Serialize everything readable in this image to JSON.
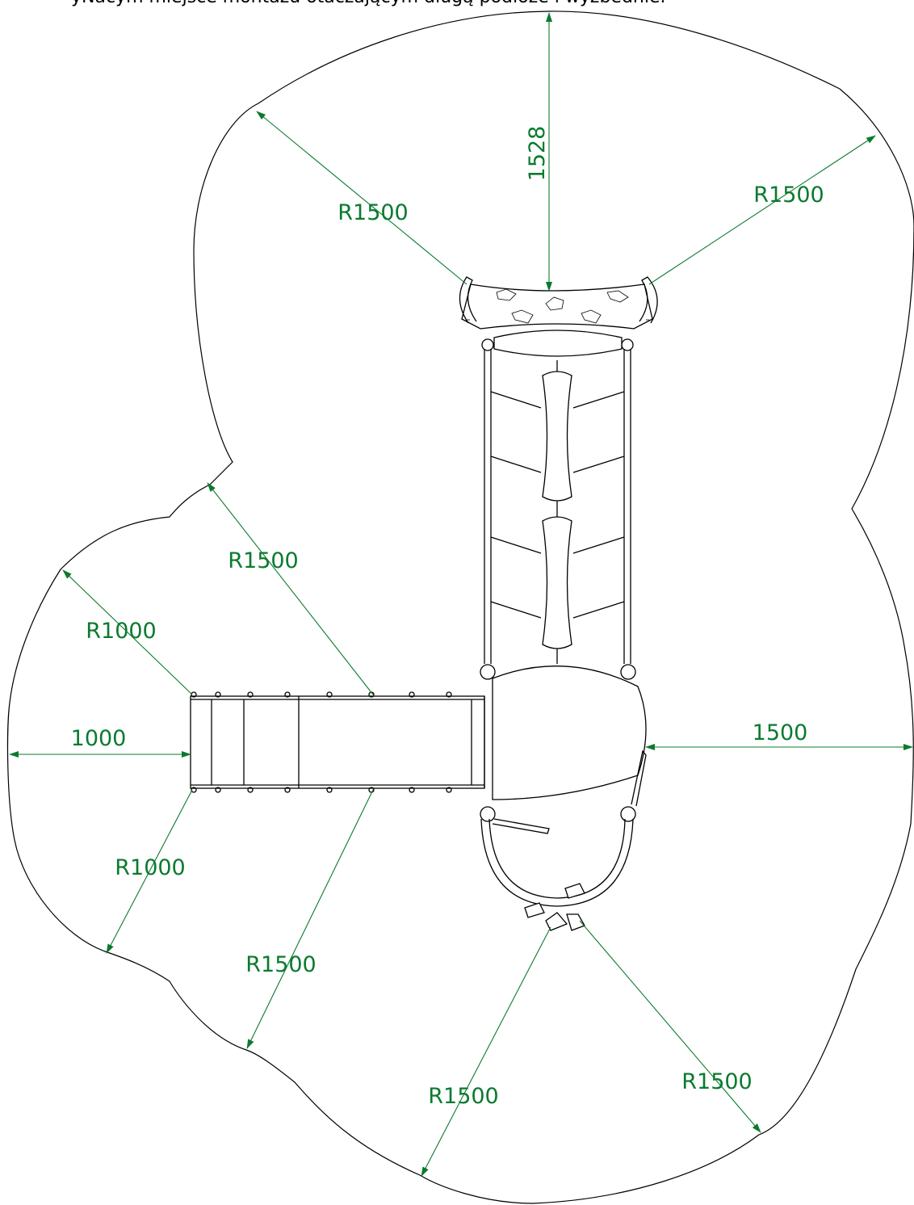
{
  "caption": "yNacym miejsce montażu otaczającym długą podłoże i wyzbednie.",
  "colors": {
    "dimension": "#0b7a2f",
    "outline": "#000000",
    "background": "#ffffff"
  },
  "dimensions": {
    "top_height": "1528",
    "top_left_radius": "R1500",
    "top_right_radius": "R1500",
    "slide_upper_radius": "R1500",
    "slide_end_upper_radius": "R1000",
    "slide_end_length": "1000",
    "right_offset": "1500",
    "slide_end_lower_radius": "R1000",
    "slide_lower_radius": "R1500",
    "bottom_left_radius": "R1500",
    "bottom_right_radius": "R1500"
  }
}
